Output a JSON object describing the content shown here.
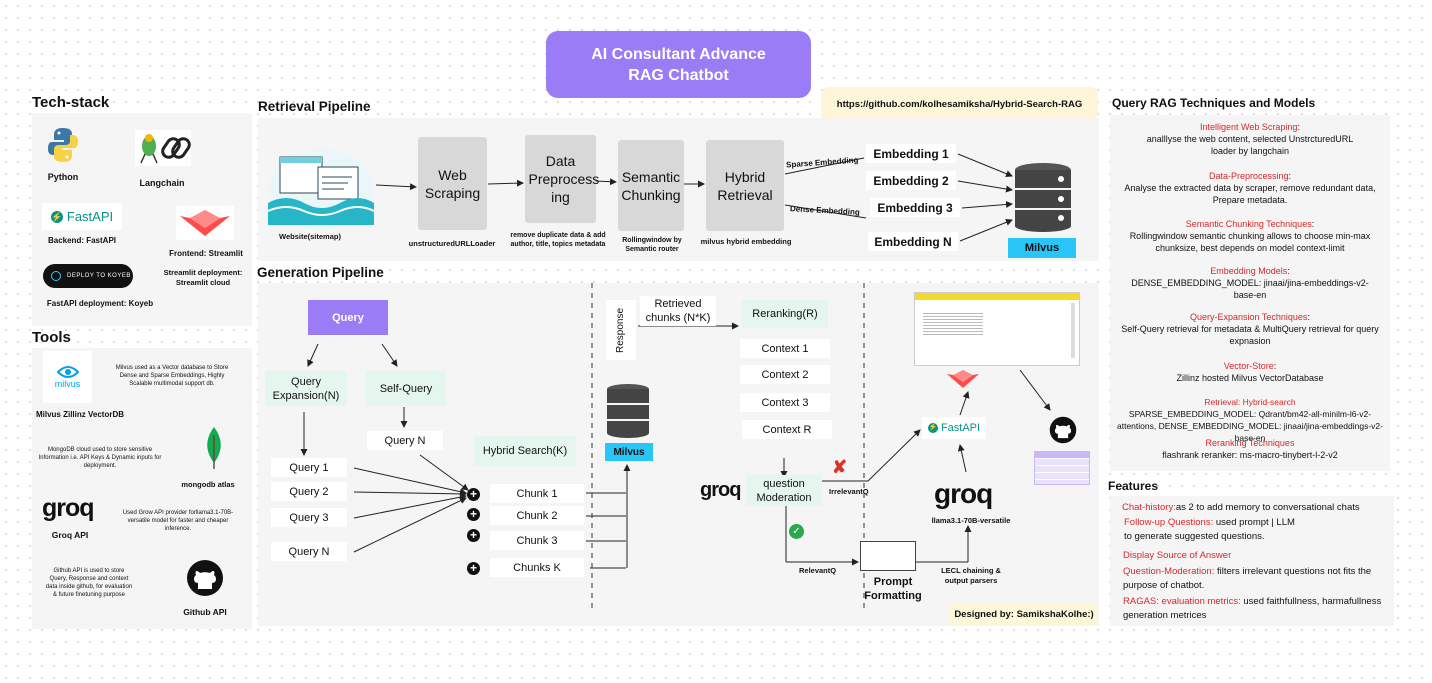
{
  "title": "AI Consultant Advance RAG Chatbot",
  "github_url": "https://github.com/kolhesamiksha/Hybrid-Search-RAG",
  "designed_by": "Designed by: SamikshaKolhe:)",
  "colors": {
    "title_bg": "#9b7cf7",
    "query_bg": "#9b7cf7",
    "milvus_tag": "#29c5f6",
    "mint": "#e4f6ee",
    "yellow_tag": "#fdf6d8",
    "red": "#d62828"
  },
  "tech_stack": {
    "heading": "Tech-stack",
    "python": "Python",
    "langchain": "Langchain",
    "fastapi_logo": "FastAPI",
    "backend": "Backend: FastAPI",
    "frontend": "Frontend: Streamlit",
    "koyeb_logo": "DEPLOY TO KOYEB",
    "streamlit_deploy": "Streamlit deployment: Streamlit cloud",
    "fastapi_deploy": "FastAPI deployment: Koyeb"
  },
  "tools": {
    "heading": "Tools",
    "milvus_logo": "milvus",
    "milvus_desc": "Milvus used as a Vector database to Store Dense and Sparse Embeddings, Highly Scalable multimodal support db.",
    "milvus_label": "Milvus Zillinz VectorDB",
    "mongodb_desc": "MongoDB cloud used to store sensitive Information i.e. API Keys & Dynamic inputs for deployment.",
    "mongodb_label": "mongodb atlas",
    "groq_logo": "groq",
    "groq_desc": "Used Grow API provider forllama3.1-70B-versatile model for faster and cheaper inference.",
    "groq_label": "Groq API",
    "github_desc": "Github API is used to store Query, Response and context data inside github, for evaluation & future finetuning purpose",
    "github_label": "Github API"
  },
  "retrieval": {
    "heading": "Retrieval Pipeline",
    "website_label": "Website(sitemap)",
    "web_scraping": "Web Scraping",
    "web_scraping_sub": "unstructuredURLLoader",
    "preprocessing": "Data Preprocess ing",
    "preprocessing_sub": "remove duplicate data & add author, title, topics metadata",
    "chunking": "Semantic Chunking",
    "chunking_sub": "Rollingwindow by Semantic router",
    "hybrid": "Hybrid Retrieval",
    "hybrid_sub": "milvus hybrid embedding",
    "sparse": "Sparse Embedding",
    "dense": "Dense Embedding",
    "embeddings": [
      "Embedding 1",
      "Embedding 2",
      "Embedding 3",
      "Embedding N"
    ],
    "milvus": "Milvus"
  },
  "generation": {
    "heading": "Generation Pipeline",
    "query": "Query",
    "query_expansion": "Query Expansion(N)",
    "self_query": "Self-Query",
    "query_n": "Query N",
    "queries": [
      "Query 1",
      "Query 2",
      "Query 3",
      "Query N"
    ],
    "hybrid_search": "Hybrid Search(K)",
    "chunks": [
      "Chunk 1",
      "Chunk 2",
      "Chunk 3",
      "Chunks K"
    ],
    "milvus": "Milvus",
    "response": "Response",
    "retrieved": "Retrieved chunks (N*K)",
    "reranking": "Reranking(R)",
    "contexts": [
      "Context 1",
      "Context 2",
      "Context 3",
      "Context R"
    ],
    "groq_logo": "groq",
    "question_moderation": "question Moderation",
    "irrelevant": "IrrelevantQ",
    "relevant": "RelevantQ",
    "fastapi": "FastAPI",
    "llama": "llama3.1-70B-versatile",
    "prompt": "Prompt Formatting",
    "lecl": "LECL chaining & output parsers"
  },
  "techniques": {
    "heading": "Query RAG Techniques and Models",
    "items": [
      {
        "title": "Intelligent Web Scraping",
        "desc": "analllyse the web content, selected UnstrcturedURL loader by langchain"
      },
      {
        "title": "Data-Preprocessing",
        "desc": "Analyse the extracted data by scraper, remove redundant data, Prepare metadata."
      },
      {
        "title": "Semantic Chunking Techniques",
        "desc": "Rollingwindow semantic chunking allows to choose min-max chunksize, best depends on model context-limit"
      },
      {
        "title": "Embedding Models",
        "desc": "DENSE_EMBEDDING_MODEL: jinaai/jina-embeddings-v2-base-en"
      },
      {
        "title": "Query-Expansion Techniques",
        "desc": "Self-Query retrieval for metadata & MultiQuery retrieval for query expnasion"
      },
      {
        "title": "Vector-Store",
        "desc": "Zillinz hosted Milvus VectorDatabase"
      },
      {
        "title": "Retrieval: Hybrid-search",
        "desc": "SPARSE_EMBEDDING_MODEL: Qdrant/bm42-all-minilm-l6-v2-attentions, DENSE_EMBEDDING_MODEL: jinaai/jina-embeddings-v2-base-en"
      },
      {
        "title": "Reranking Techniques",
        "desc": "flashrank reranker: ms-macro-tinybert-l-2-v2"
      }
    ]
  },
  "features": {
    "heading": "Features",
    "items": [
      {
        "title": "Chat-history:",
        "desc": "as 2 to add memory to conversational chats"
      },
      {
        "title": "Follow-up Questions:",
        "desc": "used prompt | LLM to generate suggested questions."
      },
      {
        "title": "Display Source of Answer",
        "desc": ""
      },
      {
        "title": "Question-Moderation:",
        "desc": "filters irrelevant questions not fits the purpose of chatbot."
      },
      {
        "title": "RAGAS: evaluation metrics:",
        "desc": "used faithfullness, harmafullness generation metrices"
      }
    ]
  }
}
